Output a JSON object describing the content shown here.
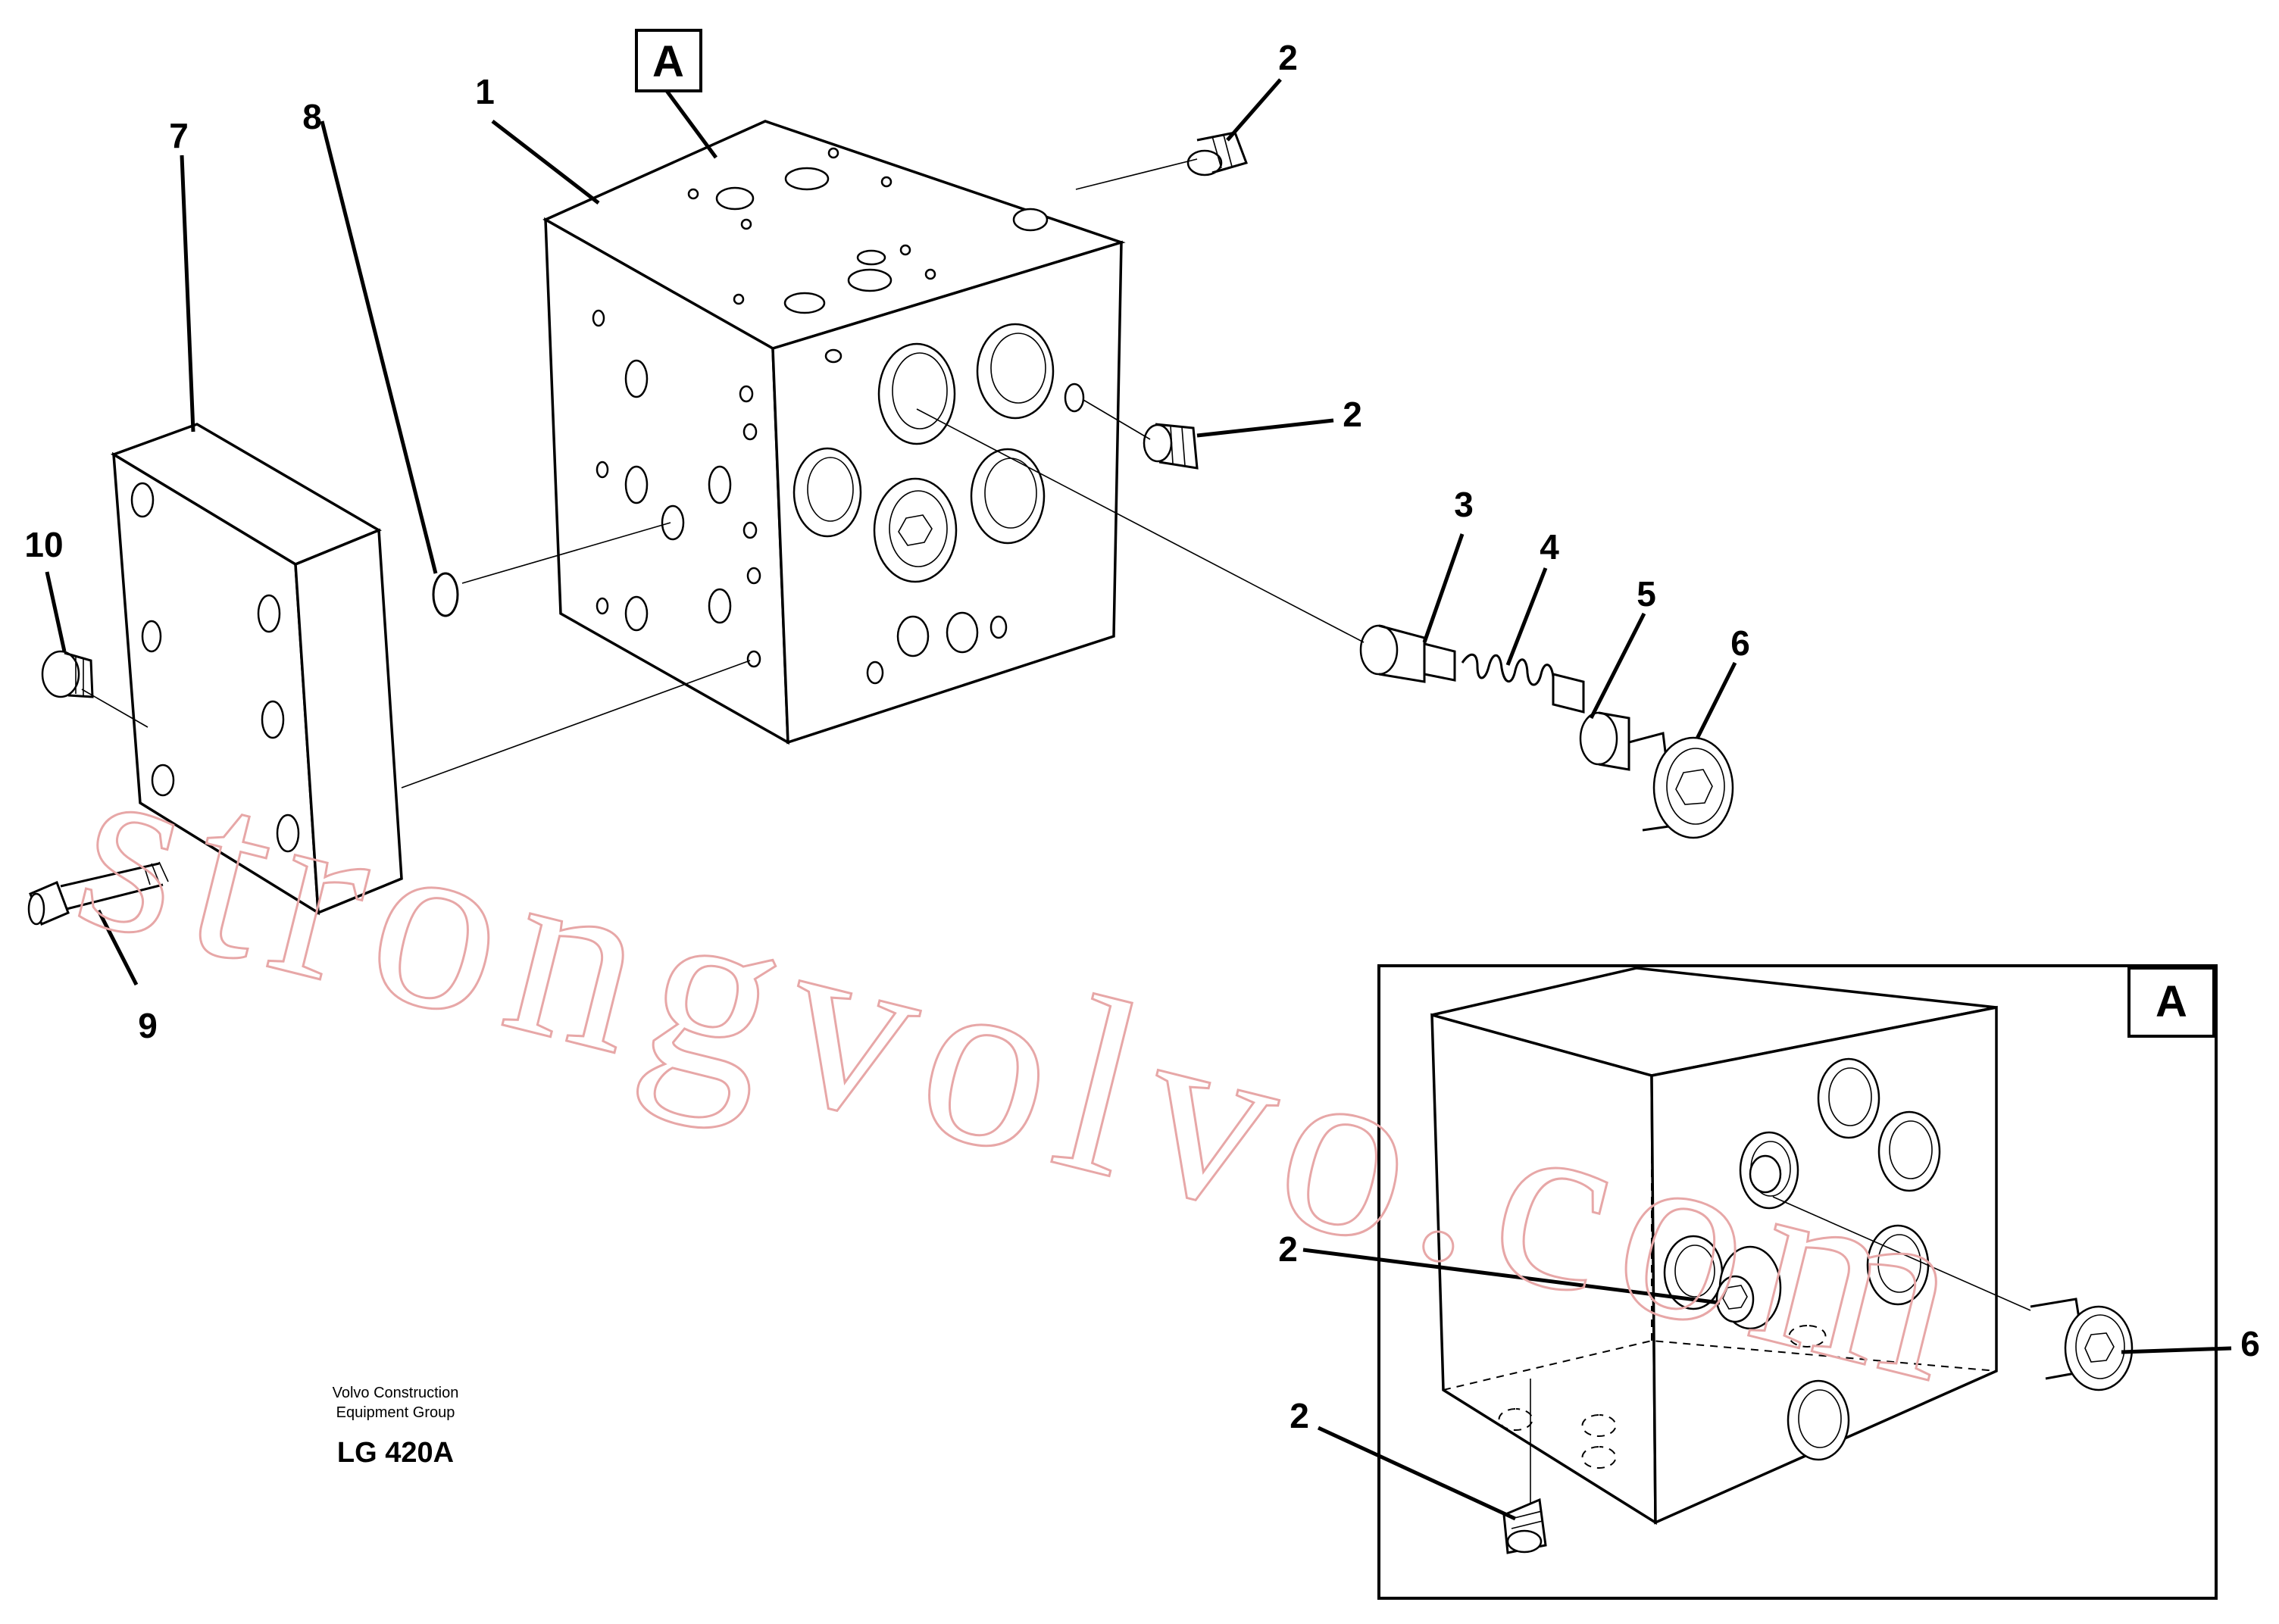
{
  "diagram": {
    "callouts": [
      {
        "id": "c1",
        "text": "1"
      },
      {
        "id": "c2a",
        "text": "2"
      },
      {
        "id": "c2b",
        "text": "2"
      },
      {
        "id": "c3",
        "text": "3"
      },
      {
        "id": "c4",
        "text": "4"
      },
      {
        "id": "c5",
        "text": "5"
      },
      {
        "id": "c6",
        "text": "6"
      },
      {
        "id": "c7",
        "text": "7"
      },
      {
        "id": "c8",
        "text": "8"
      },
      {
        "id": "c9",
        "text": "9"
      },
      {
        "id": "c10",
        "text": "10"
      },
      {
        "id": "c2c",
        "text": "2"
      },
      {
        "id": "c2d",
        "text": "2"
      },
      {
        "id": "c6b",
        "text": "6"
      }
    ],
    "view_reference": "A",
    "inset_label": "A",
    "caption": {
      "line1": "Volvo Construction",
      "line2": "Equipment Group",
      "code": "LG 420A"
    },
    "watermark": "strongvolvo.com"
  },
  "colors": {
    "ink": "#000000",
    "watermark": "#e7a7a7",
    "background": "#ffffff"
  }
}
